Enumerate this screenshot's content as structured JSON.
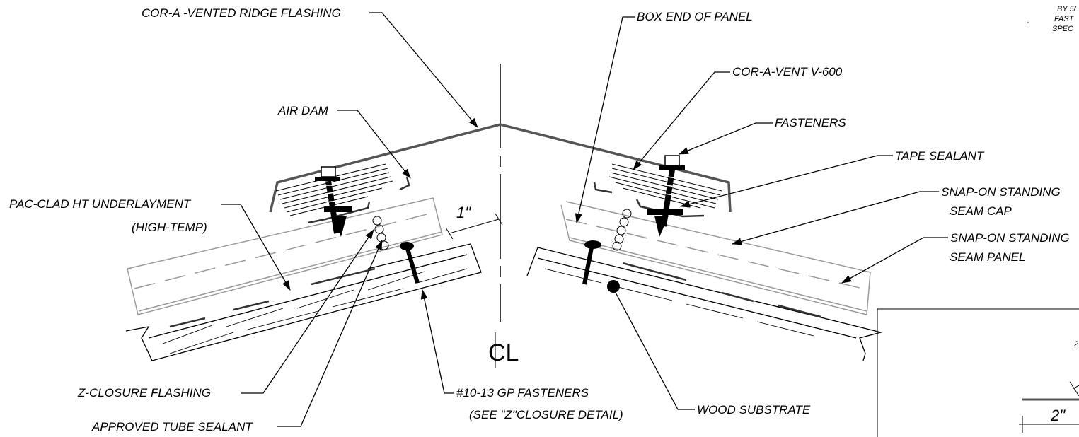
{
  "labels": {
    "ridge_flashing": "COR-A -VENTED RIDGE FLASHING",
    "box_end": "BOX END OF PANEL",
    "cor_a_vent": "COR-A-VENT V-600",
    "air_dam": "AIR DAM",
    "fasteners": "FASTENERS",
    "tape_sealant": "TAPE SEALANT",
    "underlayment_1": "PAC-CLAD HT UNDERLAYMENT",
    "underlayment_2": "(HIGH-TEMP)",
    "snap_cap_1": "SNAP-ON STANDING",
    "snap_cap_2": "SEAM CAP",
    "snap_panel_1": "SNAP-ON STANDING",
    "snap_panel_2": "SEAM PANEL",
    "z_closure": "Z-CLOSURE FLASHING",
    "gp_fasteners_1": "#10-13 GP FASTENERS",
    "gp_fasteners_2": "(SEE \"Z\"CLOSURE DETAIL)",
    "wood_substrate": "WOOD SUBSTRATE",
    "tube_sealant": "APPROVED TUBE SEALANT",
    "centerline": "CL",
    "dim_1in": "1\"",
    "dim_2in": "2\""
  },
  "corner_note": [
    "BY 5/",
    "FAST",
    "SPEC"
  ]
}
